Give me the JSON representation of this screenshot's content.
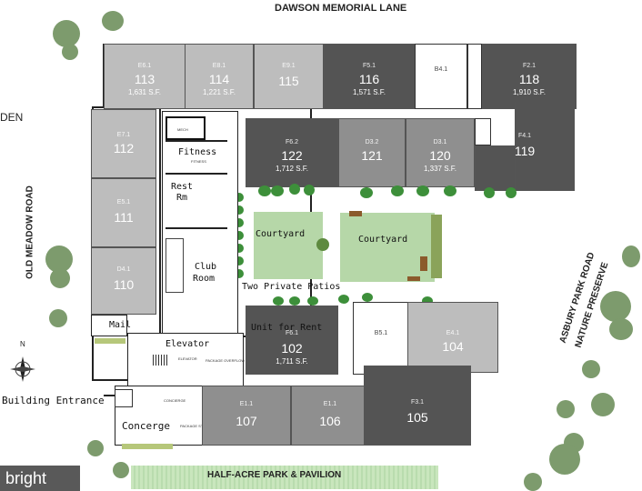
{
  "streets": {
    "top": "DAWSON MEMORIAL LANE",
    "left": "OLD MEADOW ROAD",
    "right_road": "ASBURY PARK ROAD",
    "right_reserve": "NATURE PRESERVE",
    "edge_fragment": "DEN"
  },
  "park_label": "HALF-ACRE PARK & PAVILION",
  "watermark": "bright",
  "units": [
    {
      "code": "E6.1",
      "number": "113",
      "sqft": "1,631 S.F.",
      "tone": "light"
    },
    {
      "code": "E8.1",
      "number": "114",
      "sqft": "1,221 S.F.",
      "tone": "light"
    },
    {
      "code": "E9.1",
      "number": "115",
      "sqft": "",
      "tone": "light"
    },
    {
      "code": "F5.1",
      "number": "116",
      "sqft": "1,571 S.F.",
      "tone": "dark"
    },
    {
      "code": "B4.1",
      "number": "",
      "sqft": "",
      "tone": "white"
    },
    {
      "code": "F2.1",
      "number": "118",
      "sqft": "1,910 S.F.",
      "tone": "dark"
    },
    {
      "code": "E7.1",
      "number": "112",
      "sqft": "",
      "tone": "light"
    },
    {
      "code": "F6.2",
      "number": "122",
      "sqft": "1,712 S.F.",
      "tone": "dark"
    },
    {
      "code": "D3.2",
      "number": "121",
      "sqft": "",
      "tone": "mid"
    },
    {
      "code": "D3.1",
      "number": "120",
      "sqft": "1,337 S.F.",
      "tone": "mid"
    },
    {
      "code": "F4.1",
      "number": "119",
      "sqft": "",
      "tone": "dark"
    },
    {
      "code": "E5.1",
      "number": "111",
      "sqft": "",
      "tone": "light"
    },
    {
      "code": "D4.1",
      "number": "110",
      "sqft": "",
      "tone": "light"
    },
    {
      "code": "F6.1",
      "number": "102",
      "sqft": "1,711 S.F.",
      "tone": "dark"
    },
    {
      "code": "B5.1",
      "number": "",
      "sqft": "",
      "tone": "white"
    },
    {
      "code": "E4.1",
      "number": "104",
      "sqft": "",
      "tone": "light"
    },
    {
      "code": "E1.1",
      "number": "107",
      "sqft": "",
      "tone": "mid"
    },
    {
      "code": "E1.1",
      "number": "106",
      "sqft": "",
      "tone": "mid"
    },
    {
      "code": "F3.1",
      "number": "105",
      "sqft": "",
      "tone": "dark"
    }
  ],
  "amenities": {
    "fitness": "Fitness",
    "rest_line1": "Rest",
    "rest_line2": "Rm",
    "club_line1": "Club",
    "club_line2": "Room",
    "mail": "Mail",
    "elevator": "Elevator",
    "concierge": "Concerge",
    "building_entrance": "Building Entrance",
    "courtyard_left": "Courtyard",
    "courtyard_right": "Courtyard",
    "patios": "Two Private Patios",
    "unit_for_rent": "Unit for Rent"
  },
  "small_labels": {
    "mech": "MECH",
    "fitness_small": "FITNESS",
    "elevator_small": "ELEVATOR",
    "package": "PACKAGE OVERFLOW",
    "package_storage": "PACKAGE STORAGE",
    "concierge_small": "CONCIERGE"
  },
  "compass_letter": "N",
  "colors": {
    "light": "#bdbdbd",
    "mid": "#8f8f8f",
    "dark": "#545454",
    "lawn": "#b6d7a8",
    "park": "#c9e6bd",
    "shrub": "#3d8f3a",
    "tree": "#7d9b6d"
  }
}
